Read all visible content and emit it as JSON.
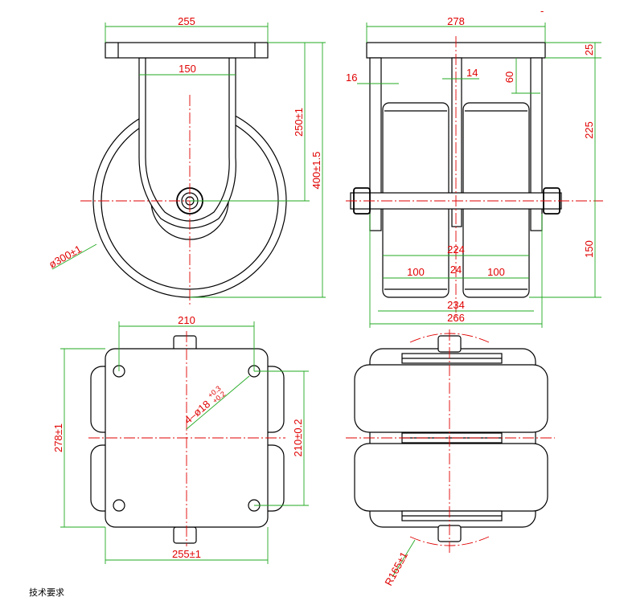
{
  "front_view": {
    "top_plate_width": "255",
    "fork_width": "150",
    "height_to_axle": "250±1",
    "overall_height": "400±1.5",
    "wheel_diameter": "ø300±1"
  },
  "side_view": {
    "overall_width": "278",
    "plate_thickness": "25",
    "leg_thickness": "16",
    "center_leg_thickness": "14",
    "upper_leg_height": "60",
    "upper_to_axle": "225",
    "axle_to_floor": "150",
    "tread_total": "224",
    "tread_left": "100",
    "tread_gap": "24",
    "tread_right": "100",
    "hub_width": "234",
    "axle_length": "266"
  },
  "plan_view": {
    "hole_spacing_x": "210",
    "hole_spacing_y": "210±0.2",
    "plate_length": "278±1",
    "plate_width": "255±1",
    "hole_callout_prefix": "4–ø18",
    "hole_tolerance_upper": "+0.3",
    "hole_tolerance_lower": "+0.2"
  },
  "bottom_view": {
    "swing_radius": "R165±1"
  },
  "footer_note": "技术要求"
}
